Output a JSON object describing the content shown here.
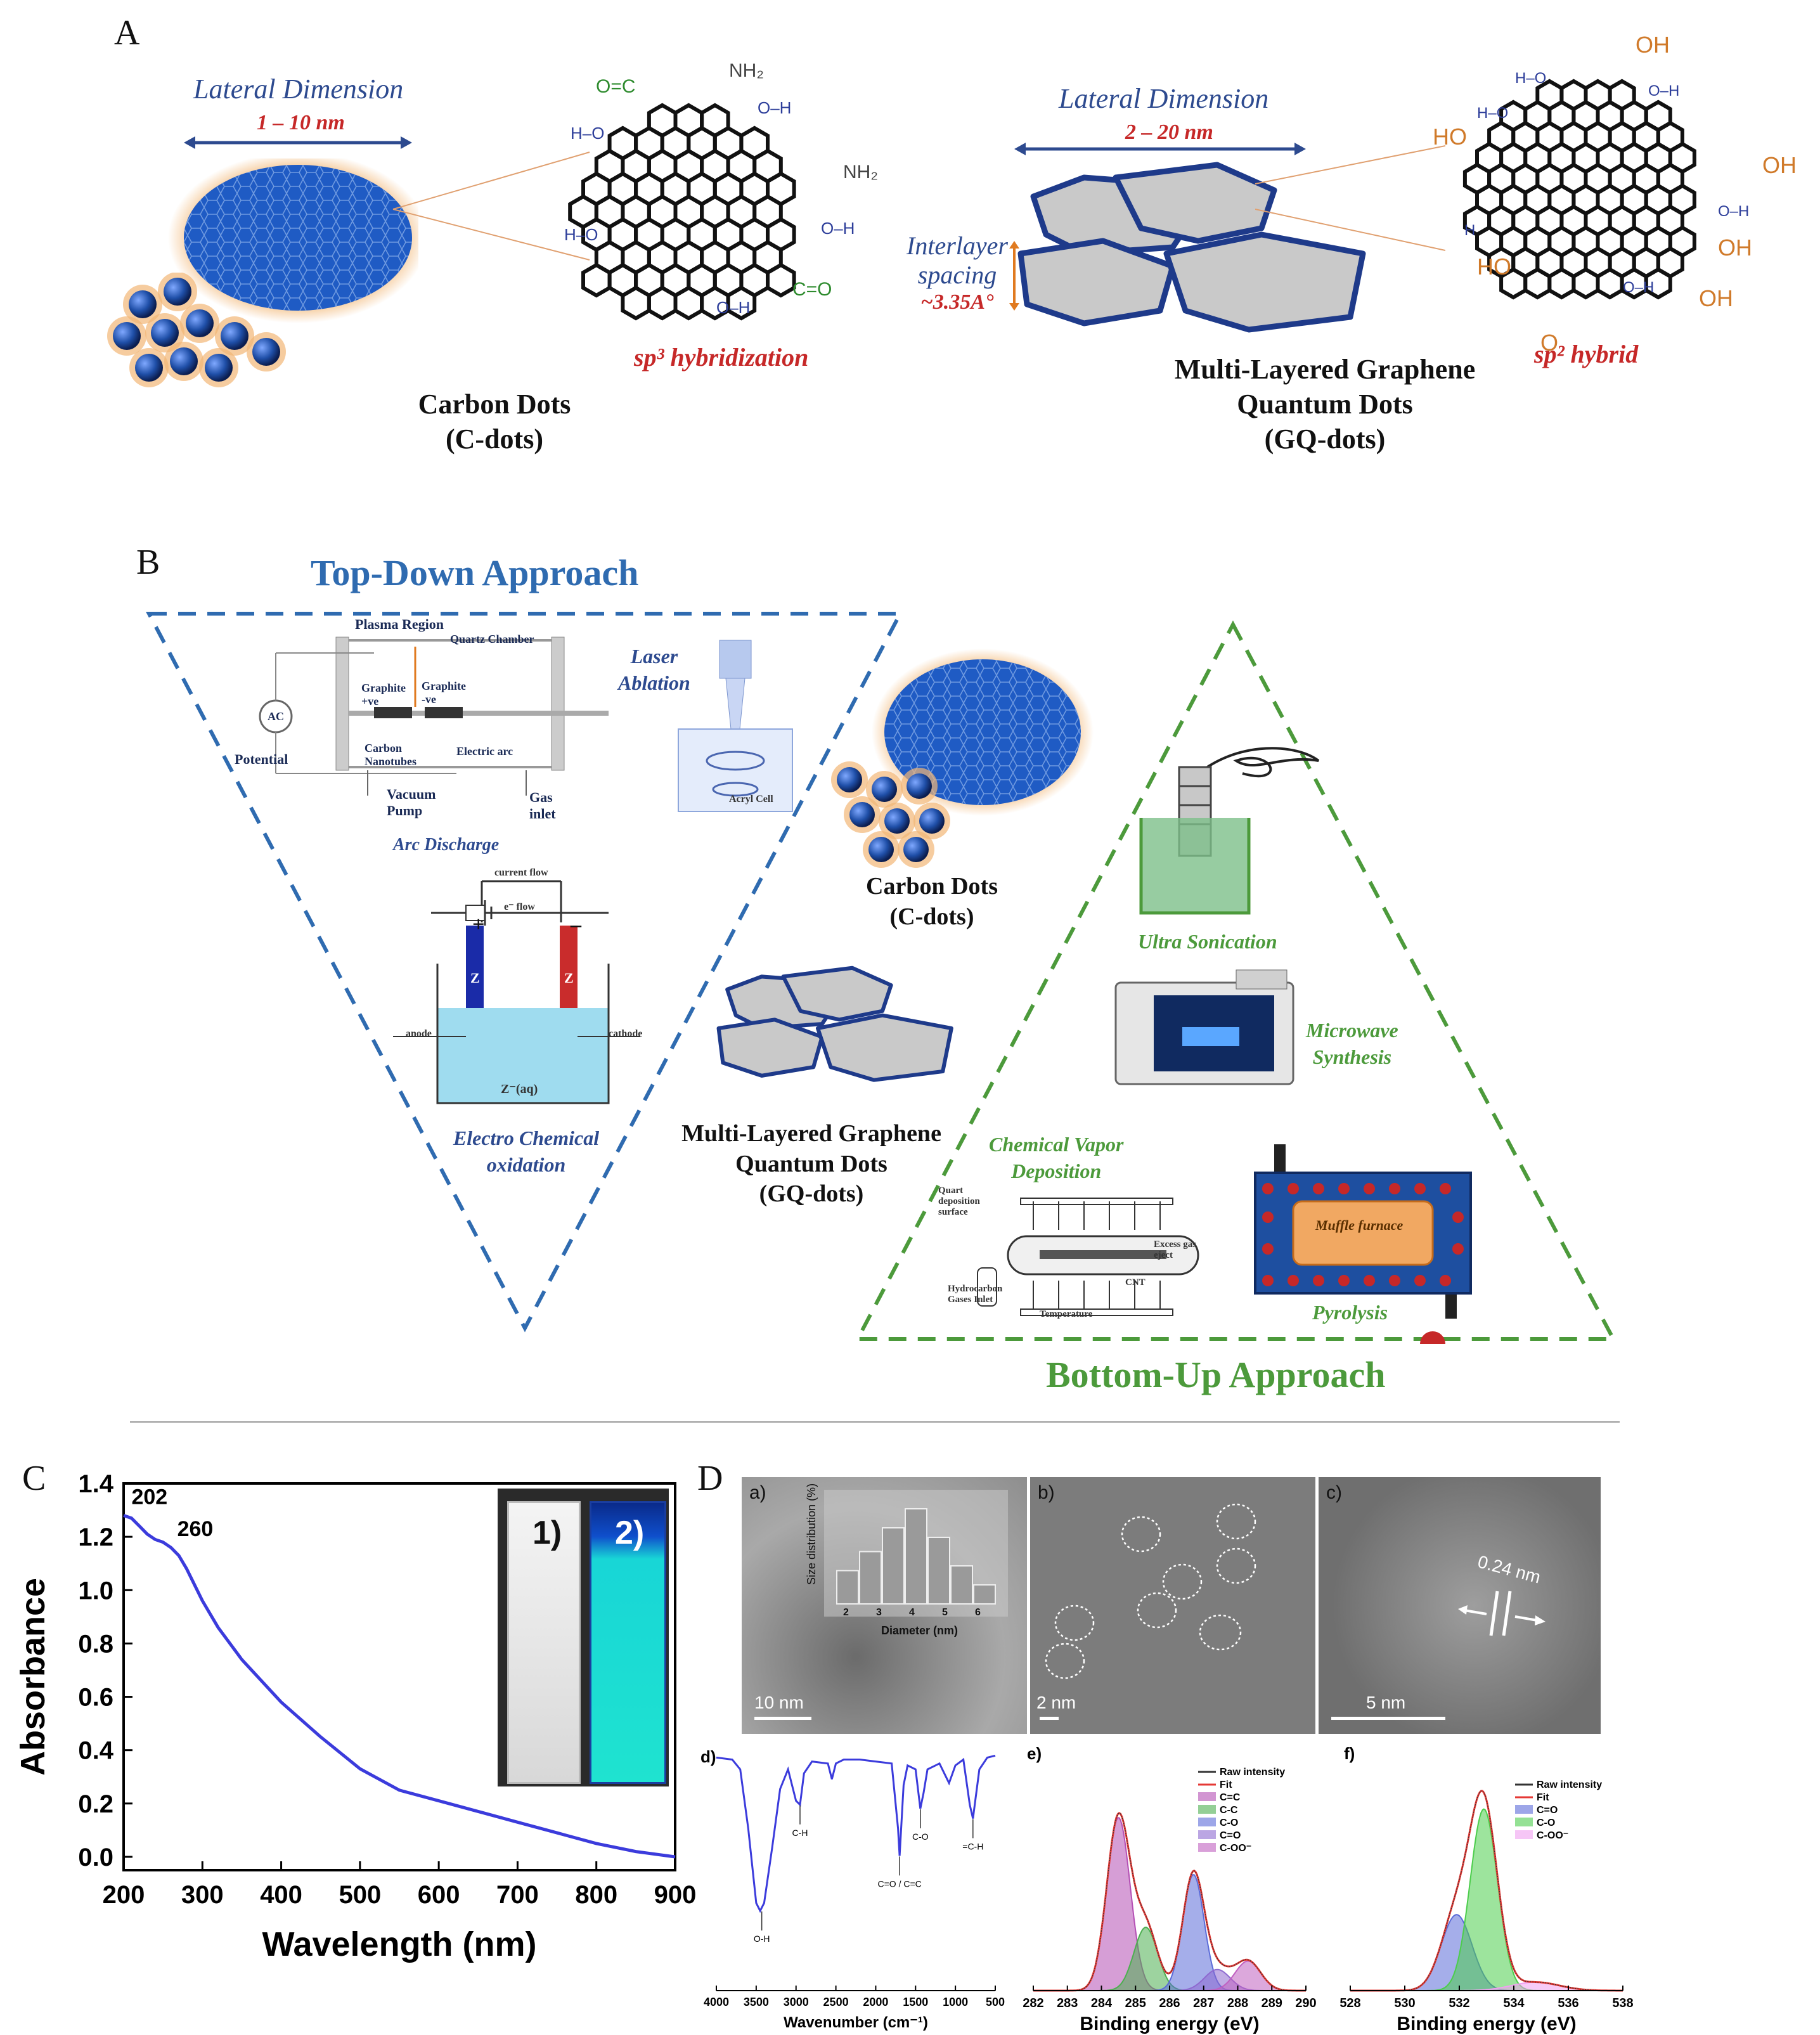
{
  "panel_a": {
    "letter": "A",
    "cdots": {
      "lateral_title": "Lateral Dimension",
      "lateral_value": "1 – 10 nm",
      "name_line1": "Carbon Dots",
      "name_line2": "(C-dots)",
      "hybridization": "sp³ hybridization",
      "groups": [
        "O=C",
        "NH₂",
        "NH₂",
        "H–O",
        "H–O",
        "O–H",
        "O–H",
        "O–H",
        "C=O"
      ]
    },
    "gqdots": {
      "lateral_title": "Lateral Dimension",
      "lateral_value": "2 – 20 nm",
      "interlayer_line1": "Interlayer",
      "interlayer_line2": "spacing",
      "interlayer_value": "~3.35A°",
      "name_line1": "Multi-Layered Graphene",
      "name_line2": "Quantum Dots",
      "name_line3": "(GQ-dots)",
      "hybridization": "sp² hybrid",
      "groups": [
        "H–O",
        "O–H",
        "O–H",
        "H–O",
        "O–H",
        "H",
        "OH",
        "OH",
        "HO",
        "HO",
        "OH",
        "OH",
        "O"
      ]
    }
  },
  "panel_b": {
    "letter": "B",
    "top_down_title": "Top-Down Approach",
    "bottom_up_title": "Bottom-Up Approach",
    "arc": {
      "plasma": "Plasma Region",
      "quartz": "Quartz Chamber",
      "graphite_pos": "Graphite +ve",
      "graphite_neg": "Graphite -ve",
      "ac": "AC",
      "potential": "Potential",
      "carbon_nanotubes": "Carbon Nanotubes",
      "electric_arc": "Electric arc",
      "vacuum_pump": "Vacuum Pump",
      "gas_inlet": "Gas inlet",
      "caption": "Arc Discharge"
    },
    "laser": {
      "caption_line1": "Laser",
      "caption_line2": "Ablation",
      "cell": "Acryl Cell"
    },
    "electro": {
      "current_flow": "current flow",
      "e_flow": "e⁻ flow",
      "anode": "anode",
      "cathode": "cathode",
      "electrolyte": "Z⁻(aq)",
      "plus": "+",
      "minus": "–",
      "electrode_label": "Z",
      "caption_line1": "Electro Chemical",
      "caption_line2": "oxidation"
    },
    "cdots_line1": "Carbon Dots",
    "cdots_line2": "(C-dots)",
    "gqdots_line1": "Multi-Layered Graphene",
    "gqdots_line2": "Quantum Dots",
    "gqdots_line3": "(GQ-dots)",
    "ultra": "Ultra Sonication",
    "microwave_line1": "Microwave",
    "microwave_line2": "Synthesis",
    "cvd": {
      "caption_line1": "Chemical Vapor",
      "caption_line2": "Deposition",
      "quart": "Quart deposition surface",
      "excess": "Excess gas eject",
      "cnt": "CNT",
      "hydrocarbon": "Hydrocarbon Gases Inlet",
      "temperature": "Temperature"
    },
    "pyrolysis": {
      "caption": "Pyrolysis",
      "furnace": "Muffle furnace"
    }
  },
  "panel_c": {
    "letter": "C",
    "inset_labels": [
      "1)",
      "2)"
    ],
    "chart_data": {
      "type": "line",
      "xlabel": "Wavelength (nm)",
      "ylabel": "Absorbance",
      "xlim": [
        200,
        900
      ],
      "ylim": [
        -0.05,
        1.4
      ],
      "xticks": [
        200,
        300,
        400,
        500,
        600,
        700,
        800,
        900
      ],
      "yticks": [
        0.0,
        0.2,
        0.4,
        0.6,
        0.8,
        1.0,
        1.2,
        1.4
      ],
      "annotations": [
        {
          "text": "202",
          "x": 202,
          "y": 1.28
        },
        {
          "text": "260",
          "x": 260,
          "y": 1.16
        }
      ],
      "series": [
        {
          "color": "#3b3bdc",
          "x": [
            200,
            210,
            220,
            230,
            240,
            250,
            260,
            270,
            280,
            300,
            320,
            350,
            400,
            450,
            500,
            550,
            600,
            650,
            700,
            750,
            800,
            850,
            900
          ],
          "y": [
            1.28,
            1.27,
            1.24,
            1.21,
            1.19,
            1.18,
            1.16,
            1.13,
            1.08,
            0.96,
            0.86,
            0.74,
            0.58,
            0.45,
            0.33,
            0.25,
            0.21,
            0.17,
            0.13,
            0.09,
            0.05,
            0.02,
            0.0
          ]
        }
      ]
    }
  },
  "panel_d": {
    "letter": "D",
    "tem_a": {
      "label": "a)",
      "scale": "10 nm",
      "inset_ylabel": "Size distribution (%)",
      "inset_xlabel": "Diameter (nm)",
      "inset_xticks": [
        "2",
        "3",
        "4",
        "5",
        "6"
      ]
    },
    "tem_b": {
      "label": "b)",
      "scale": "2 nm"
    },
    "tem_c": {
      "label": "c)",
      "scale": "5 nm",
      "lattice": "0.24 nm"
    },
    "ftir": {
      "label": "d)",
      "chart_data": {
        "type": "line",
        "xlabel": "Wavenumber (cm⁻¹)",
        "xlim": [
          4000,
          500
        ],
        "xticks": [
          4000,
          3500,
          3000,
          2500,
          2000,
          1500,
          1000,
          500
        ],
        "annotations": [
          "O-H",
          "C-H",
          "C=O / C=C",
          "C-O",
          "=C-H"
        ],
        "series": [
          {
            "color": "#3b3bdc",
            "x": [
              4000,
              3800,
              3700,
              3600,
              3500,
              3450,
              3400,
              3300,
              3200,
              3100,
              3000,
              2950,
              2900,
              2800,
              2600,
              2550,
              2500,
              2400,
              2200,
              2000,
              1800,
              1720,
              1700,
              1650,
              1600,
              1500,
              1440,
              1400,
              1350,
              1200,
              1080,
              1000,
              900,
              820,
              780,
              700,
              600,
              500
            ],
            "y": [
              0.96,
              0.95,
              0.9,
              0.6,
              0.22,
              0.18,
              0.22,
              0.5,
              0.8,
              0.9,
              0.74,
              0.72,
              0.88,
              0.94,
              0.93,
              0.85,
              0.93,
              0.95,
              0.95,
              0.94,
              0.93,
              0.6,
              0.46,
              0.82,
              0.92,
              0.9,
              0.7,
              0.78,
              0.9,
              0.93,
              0.83,
              0.92,
              0.95,
              0.72,
              0.65,
              0.9,
              0.96,
              0.97
            ]
          }
        ]
      }
    },
    "xps_c": {
      "label": "e)",
      "chart_data": {
        "type": "area",
        "xlabel": "Binding energy (eV)",
        "xlim": [
          282,
          290
        ],
        "xticks": [
          282,
          283,
          284,
          285,
          286,
          287,
          288,
          289,
          290
        ],
        "legend": [
          "Raw intensity",
          "Fit",
          "C=C",
          "C-C",
          "C-O",
          "C=O",
          "C-OO⁻"
        ],
        "series": [
          {
            "name": "C=C",
            "color": "#b44fb4",
            "center": 284.5,
            "height": 0.82,
            "width": 0.55
          },
          {
            "name": "C-C",
            "color": "#4caf50",
            "center": 285.3,
            "height": 0.3,
            "width": 0.55
          },
          {
            "name": "C-O",
            "color": "#5b6bd8",
            "center": 286.7,
            "height": 0.55,
            "width": 0.5
          },
          {
            "name": "C=O",
            "color": "#8e6ad0",
            "center": 287.4,
            "height": 0.1,
            "width": 0.6
          },
          {
            "name": "C-OO⁻",
            "color": "#c060c0",
            "center": 288.3,
            "height": 0.14,
            "width": 0.6
          }
        ]
      }
    },
    "xps_o": {
      "label": "f)",
      "chart_data": {
        "type": "area",
        "xlabel": "Binding energy (eV)",
        "xlim": [
          528,
          538
        ],
        "xticks": [
          528,
          530,
          532,
          534,
          536,
          538
        ],
        "legend": [
          "Raw intensity",
          "Fit",
          "C=O",
          "C-O",
          "C-OO⁻"
        ],
        "series": [
          {
            "name": "C=O",
            "color": "#5b6bd8",
            "center": 531.9,
            "height": 0.36,
            "width": 0.9
          },
          {
            "name": "C-O",
            "color": "#4ccd4c",
            "center": 532.9,
            "height": 0.86,
            "width": 0.8
          },
          {
            "name": "C-OO⁻",
            "color": "#f0a0f0",
            "center": 534.8,
            "height": 0.04,
            "width": 1.4
          }
        ]
      }
    }
  },
  "colors": {
    "accent_blue": "#2f6bb0",
    "accent_green": "#4c9a3b",
    "accent_red": "#c62828",
    "dot_blue": "#1f4fa8",
    "dot_glow": "#f2b776"
  }
}
